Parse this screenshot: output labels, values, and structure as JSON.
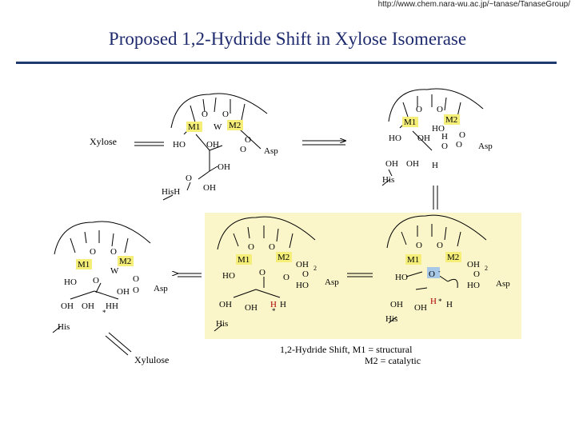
{
  "url": "http://www.chem.nara-wu.ac.jp/~tanase/TanaseGroup/",
  "title": "Proposed 1,2-Hydride Shift in Xylose Isomerase",
  "labels": {
    "xylose": "Xylose",
    "xylulose": "Xylulose",
    "m1": "M1",
    "m2": "M2",
    "o": "O",
    "w": "W",
    "ho": "HO",
    "oh": "OH",
    "oh2": "OH",
    "sub2": "2",
    "asp": "Asp",
    "his": "His",
    "hish": "HisH",
    "h": "H",
    "hh": "HH",
    "star": "*",
    "minus": "-"
  },
  "caption": {
    "line1": "1,2-Hydride Shift, M1 = structural",
    "line2": "M2 = catalytic"
  },
  "colors": {
    "title": "#1e2a6e",
    "metal_highlight": "#f5ef7a",
    "panel": "#fbf6c9",
    "hydride_red": "#b00000",
    "oxygen_blue": "#a8c8e8"
  }
}
